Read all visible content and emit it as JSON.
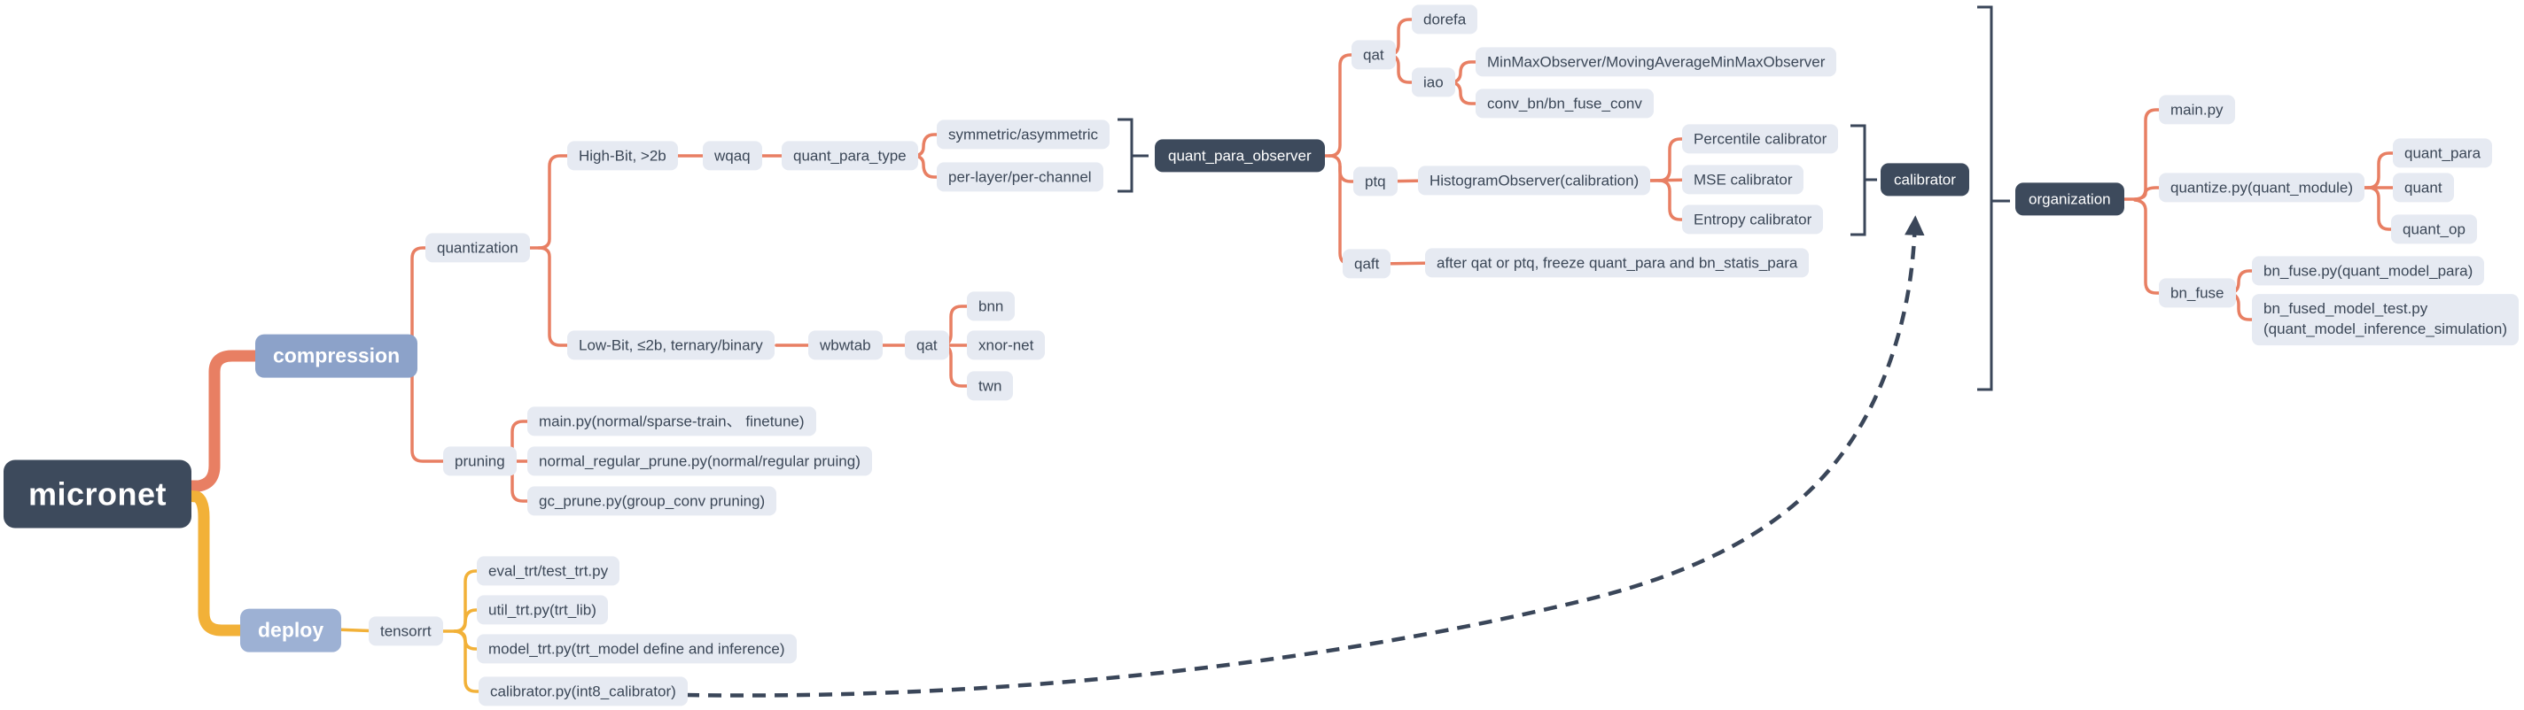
{
  "mindmap": {
    "root": {
      "label": "micronet"
    },
    "compression": {
      "label": "compression",
      "quantization": {
        "label": "quantization",
        "high_bit": {
          "label": "High-Bit, >2b"
        },
        "wqaq": {
          "label": "wqaq"
        },
        "quant_para_type": {
          "label": "quant_para_type"
        },
        "symmetric": {
          "label": "symmetric/asymmetric"
        },
        "per_layer": {
          "label": "per-layer/per-channel"
        },
        "observer": {
          "label": "quant_para_observer"
        },
        "qat": {
          "label": "qat"
        },
        "dorefa": {
          "label": "dorefa"
        },
        "iao": {
          "label": "iao"
        },
        "minmax": {
          "label": "MinMaxObserver/MovingAverageMinMaxObserver"
        },
        "conv_bn": {
          "label": "conv_bn/bn_fuse_conv"
        },
        "ptq": {
          "label": "ptq"
        },
        "histogram": {
          "label": "HistogramObserver(calibration)"
        },
        "percentile": {
          "label": "Percentile calibrator"
        },
        "mse": {
          "label": "MSE calibrator"
        },
        "entropy": {
          "label": "Entropy calibrator"
        },
        "qaft": {
          "label": "qaft"
        },
        "qaft_note": {
          "label": "after qat or ptq, freeze quant_para and bn_statis_para"
        },
        "calibrator": {
          "label": "calibrator"
        },
        "low_bit": {
          "label": "Low-Bit, ≤2b, ternary/binary"
        },
        "wbwtab": {
          "label": "wbwtab"
        },
        "qat_low": {
          "label": "qat"
        },
        "bnn": {
          "label": "bnn"
        },
        "xnor": {
          "label": "xnor-net"
        },
        "twn": {
          "label": "twn"
        }
      },
      "pruning": {
        "label": "pruning",
        "main": {
          "label": "main.py(normal/sparse-train、 finetune)"
        },
        "normal_regular": {
          "label": "normal_regular_prune.py(normal/regular pruing)"
        },
        "gc_prune": {
          "label": "gc_prune.py(group_conv pruning)"
        }
      }
    },
    "organization": {
      "label": "organization",
      "main": {
        "label": "main.py"
      },
      "quantize": {
        "label": "quantize.py(quant_module)"
      },
      "quant_para": {
        "label": "quant_para"
      },
      "quant": {
        "label": "quant"
      },
      "quant_op": {
        "label": "quant_op"
      },
      "bn_fuse": {
        "label": "bn_fuse"
      },
      "bn_fuse_py": {
        "label": "bn_fuse.py(quant_model_para)"
      },
      "bn_fused_test": {
        "label": "bn_fused_model_test.py\n(quant_model_inference_simulation)"
      }
    },
    "deploy": {
      "label": "deploy",
      "tensorrt": {
        "label": "tensorrt",
        "eval": {
          "label": "eval_trt/test_trt.py"
        },
        "util": {
          "label": "util_trt.py(trt_lib)"
        },
        "model": {
          "label": "model_trt.py(trt_model define and inference)"
        },
        "calibrator_py": {
          "label": "calibrator.py(int8_calibrator)"
        }
      }
    }
  },
  "colors": {
    "branch_compression": "#e87f63",
    "branch_deploy": "#f2b138",
    "node_dark": "#3d4a5c",
    "node_primary": "#8ca2c9",
    "node_light": "#e6eaf2",
    "text": "#3b4757",
    "bracket_and_arrow": "#3a4659"
  }
}
